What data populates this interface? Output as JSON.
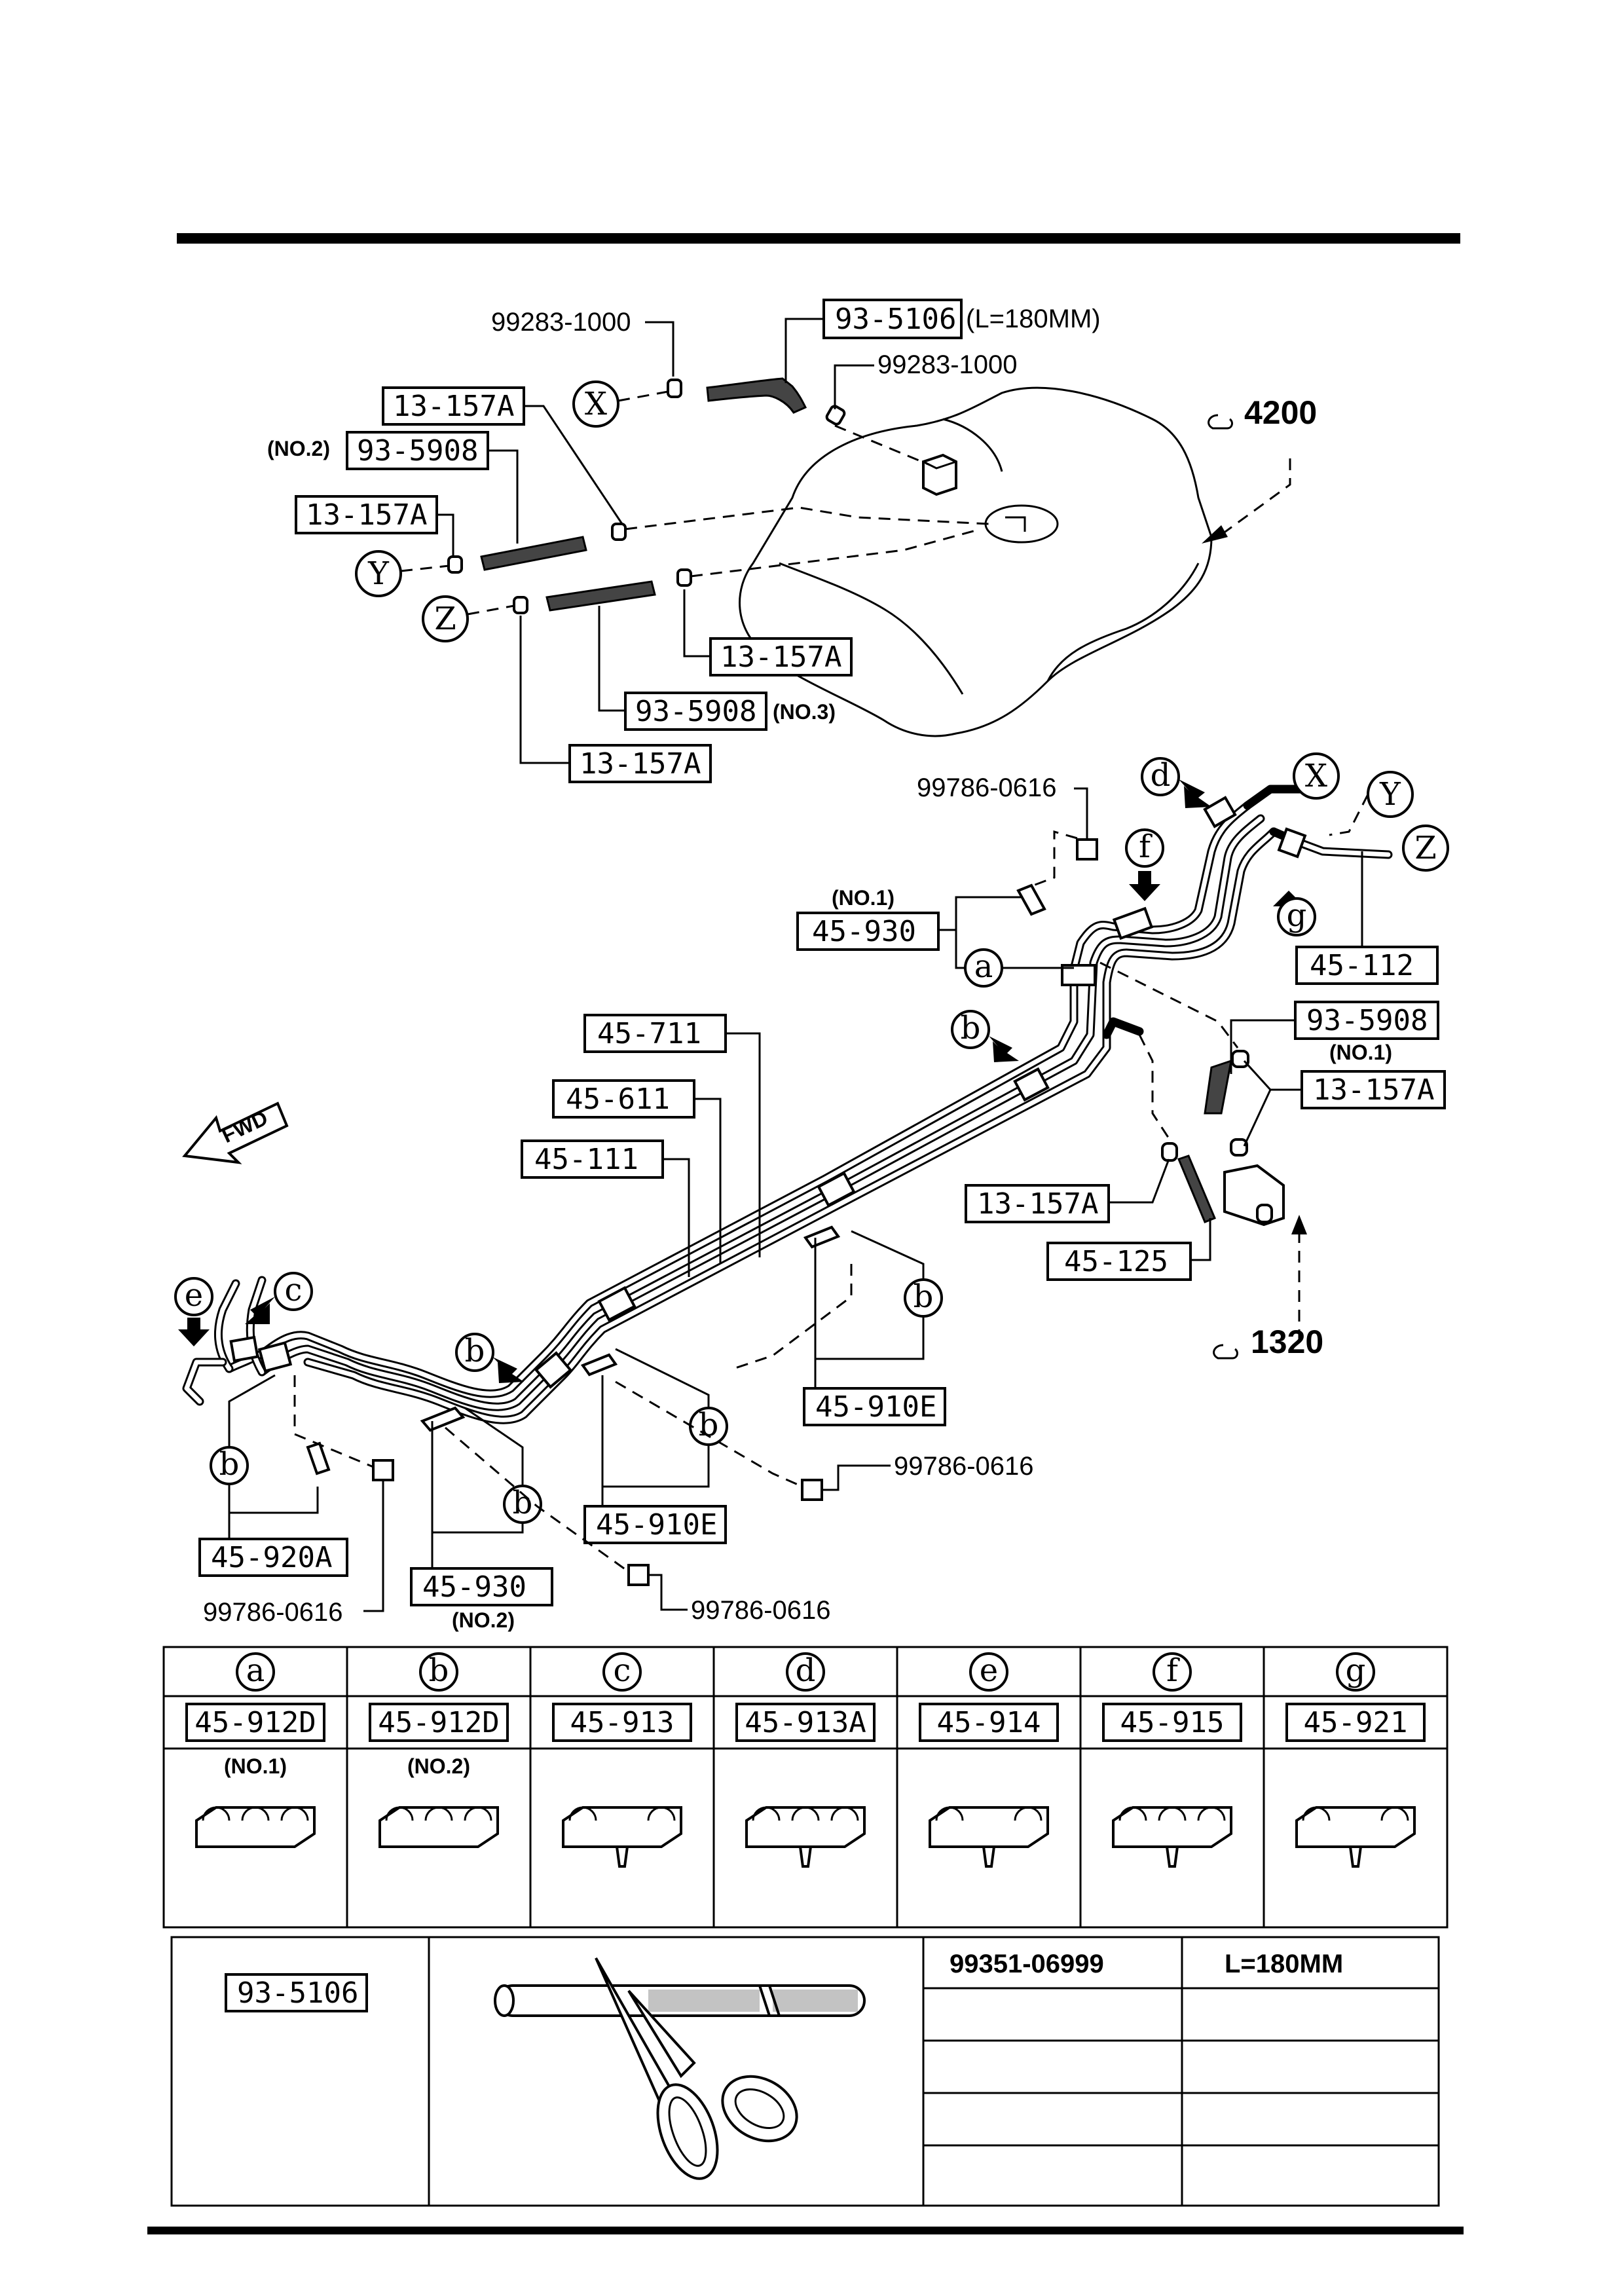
{
  "ref_top": "4200",
  "ref_bottom": "1320",
  "parts": {
    "hose_x": "93-5106",
    "hose_x_len": "(L=180MM)",
    "clamp_x_left": "99283-1000",
    "clamp_x_right": "99283-1000",
    "clamp_y_upper": "13-157A",
    "hose_y": "93-5908",
    "hose_y_no": "(NO.2)",
    "clamp_y_lower": "13-157A",
    "clamp_z_right": "13-157A",
    "hose_z": "93-5908",
    "hose_z_no": "(NO.3)",
    "clamp_z_left": "13-157A",
    "bolt_a": "99786-0616",
    "bracket_no1": "45-930",
    "bracket_no1_tag": "(NO.1)",
    "pipe_assy": "45-112",
    "hose_no1": "93-5908",
    "hose_no1_tag": "(NO.1)",
    "clamp_no1": "13-157A",
    "clamp_lower": "13-157A",
    "hose_125": "45-125",
    "pipe_711": "45-711",
    "pipe_611": "45-611",
    "pipe_111": "45-111",
    "bracket_910e_right": "45-910E",
    "bracket_910e_left": "45-910E",
    "bolt_b": "99786-0616",
    "bracket_920a": "45-920A",
    "bolt_c": "99786-0616",
    "bracket_no2": "45-930",
    "bracket_no2_tag": "(NO.2)",
    "bolt_d": "99786-0616"
  },
  "markers": {
    "x": "X",
    "y": "Y",
    "z": "Z",
    "a": "a",
    "b": "b",
    "c": "c",
    "d": "d",
    "e": "e",
    "f": "f",
    "g": "g"
  },
  "fwd": "FWD",
  "clip_table": [
    {
      "letter": "a",
      "part": "45-912D",
      "note": "(NO.1)"
    },
    {
      "letter": "b",
      "part": "45-912D",
      "note": "(NO.2)"
    },
    {
      "letter": "c",
      "part": "45-913",
      "note": ""
    },
    {
      "letter": "d",
      "part": "45-913A",
      "note": ""
    },
    {
      "letter": "e",
      "part": "45-914",
      "note": ""
    },
    {
      "letter": "f",
      "part": "45-915",
      "note": ""
    },
    {
      "letter": "g",
      "part": "45-921",
      "note": ""
    }
  ],
  "bulk_hose": {
    "part": "93-5106",
    "material_no": "99351-06999",
    "length": "L=180MM"
  }
}
